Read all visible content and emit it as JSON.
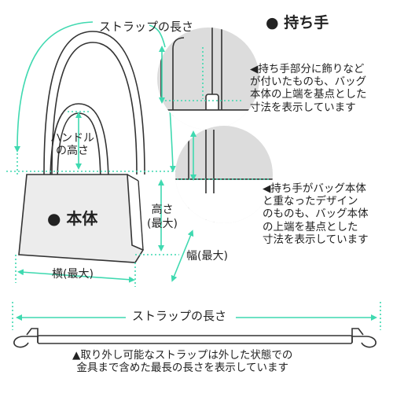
{
  "labels": {
    "strap_length_top": "ストラップの長さ",
    "handle_section_title": "● 持ち手",
    "handle_height_line1": "ハンドル",
    "handle_height_line2": "の高さ",
    "body_title": "● 本体",
    "height_line1": "高さ",
    "height_line2": "(最大)",
    "width_depth": "幅(最大)",
    "width_horizontal": "横(最大)",
    "strap_length_bottom": "ストラップの長さ"
  },
  "notes": {
    "decorated_handle": [
      "◀持ち手部分に飾りなど",
      "が付いたものも、バッグ",
      "本体の上端を基点とした",
      "寸法を表示しています"
    ],
    "overlapping_handle": [
      "◀持ち手がバッグ本体",
      "と重なったデザイン",
      "のものも、バッグ本体",
      "の上端を基点とした",
      "寸法を表示しています"
    ],
    "removable_strap": [
      "▲取り外し可能なストラップは外した状態での",
      "金具まで含めた最長の長さを表示しています"
    ]
  },
  "colors": {
    "accent": "#3fd9b0",
    "line": "#333333",
    "body_fill": "#ececec",
    "circle_fill": "#dcdcdc",
    "background": "#ffffff"
  }
}
